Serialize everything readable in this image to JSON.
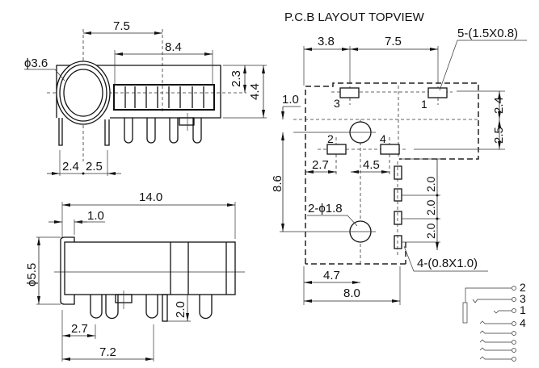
{
  "title": "P.C.B  LAYOUT  TOPVIEW",
  "front_view": {
    "d_width": "7.5",
    "d_window": "8.4",
    "d_hole": "ϕ3.6",
    "d_h1": "2.3",
    "d_h2": "4.4",
    "d_left": "2.4",
    "d_right": "2.5"
  },
  "side_view": {
    "d_length": "14.0",
    "d_flange": "1.0",
    "d_diameter": "ϕ5.5",
    "d_pin_len": "2.0",
    "d_pin1": "2.7",
    "d_pin2": "7.2"
  },
  "pcb": {
    "d_a": "3.8",
    "d_b": "7.5",
    "pad_note": "5-(1.5X0.8)",
    "d_c": "1.0",
    "d_d": "2.4",
    "d_e": "2.5",
    "d_f": "8.6",
    "d_g": "2.7",
    "d_h": "4.5",
    "d_i": "2.0",
    "d_j": "2.0",
    "d_k": "2.0",
    "hole_note": "2-ϕ1.8",
    "pad2_note": "4-(0.8X1.0)",
    "d_l": "4.7",
    "d_m": "8.0",
    "pins": [
      "3",
      "1",
      "2",
      "4"
    ]
  },
  "schematic": {
    "pins": [
      "2",
      "3",
      "1",
      "4"
    ]
  }
}
